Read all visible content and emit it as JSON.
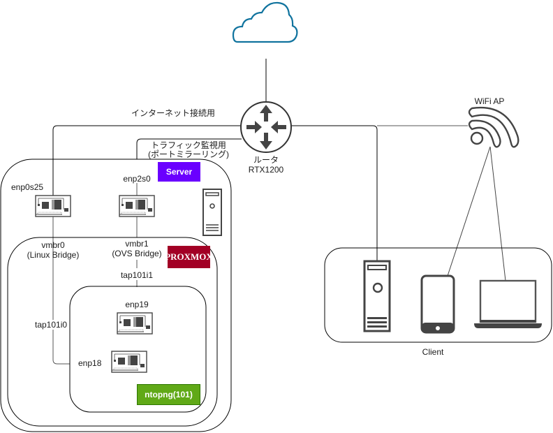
{
  "colors": {
    "server_badge": "#6A00FF",
    "proxmox_badge": "#A20025",
    "ntopng_badge": "#60A917",
    "cloud_stroke": "#10739E",
    "icon_gray": "#444444"
  },
  "nodes": {
    "cloud": {
      "icon": "cloud-icon"
    },
    "router": {
      "icon": "router-icon",
      "label_line1": "ルータ",
      "label_line2": "RTX1200"
    },
    "wifi_ap": {
      "icon": "wifi-icon",
      "label": "WiFi AP"
    },
    "client_group": {
      "label": "Client",
      "devices": [
        {
          "icon": "desktop-tower-icon"
        },
        {
          "icon": "smartphone-icon"
        },
        {
          "icon": "laptop-icon"
        }
      ]
    }
  },
  "links": {
    "internet_label": "インターネット接続用",
    "mirror_label_line1": "トラフィック監視用",
    "mirror_label_line2": "(ポートミラーリング)"
  },
  "server": {
    "badge": "Server",
    "nics": [
      {
        "label": "enp0s25",
        "icon": "nic-card-icon"
      },
      {
        "label": "enp2s0",
        "icon": "nic-card-icon"
      }
    ],
    "tower_icon": "server-tower-icon"
  },
  "proxmox": {
    "badge": "PROXMOX",
    "bridges": [
      {
        "line1": "vmbr0",
        "line2": "(Linux Bridge)"
      },
      {
        "line1": "vmbr1",
        "line2": "(OVS Bridge)"
      }
    ],
    "taps": [
      "tap101i0",
      "tap101i1"
    ]
  },
  "vm": {
    "badge": "ntopng(101)",
    "nics": [
      {
        "label": "enp19",
        "icon": "nic-card-icon"
      },
      {
        "label": "enp18",
        "icon": "nic-card-icon"
      }
    ]
  }
}
